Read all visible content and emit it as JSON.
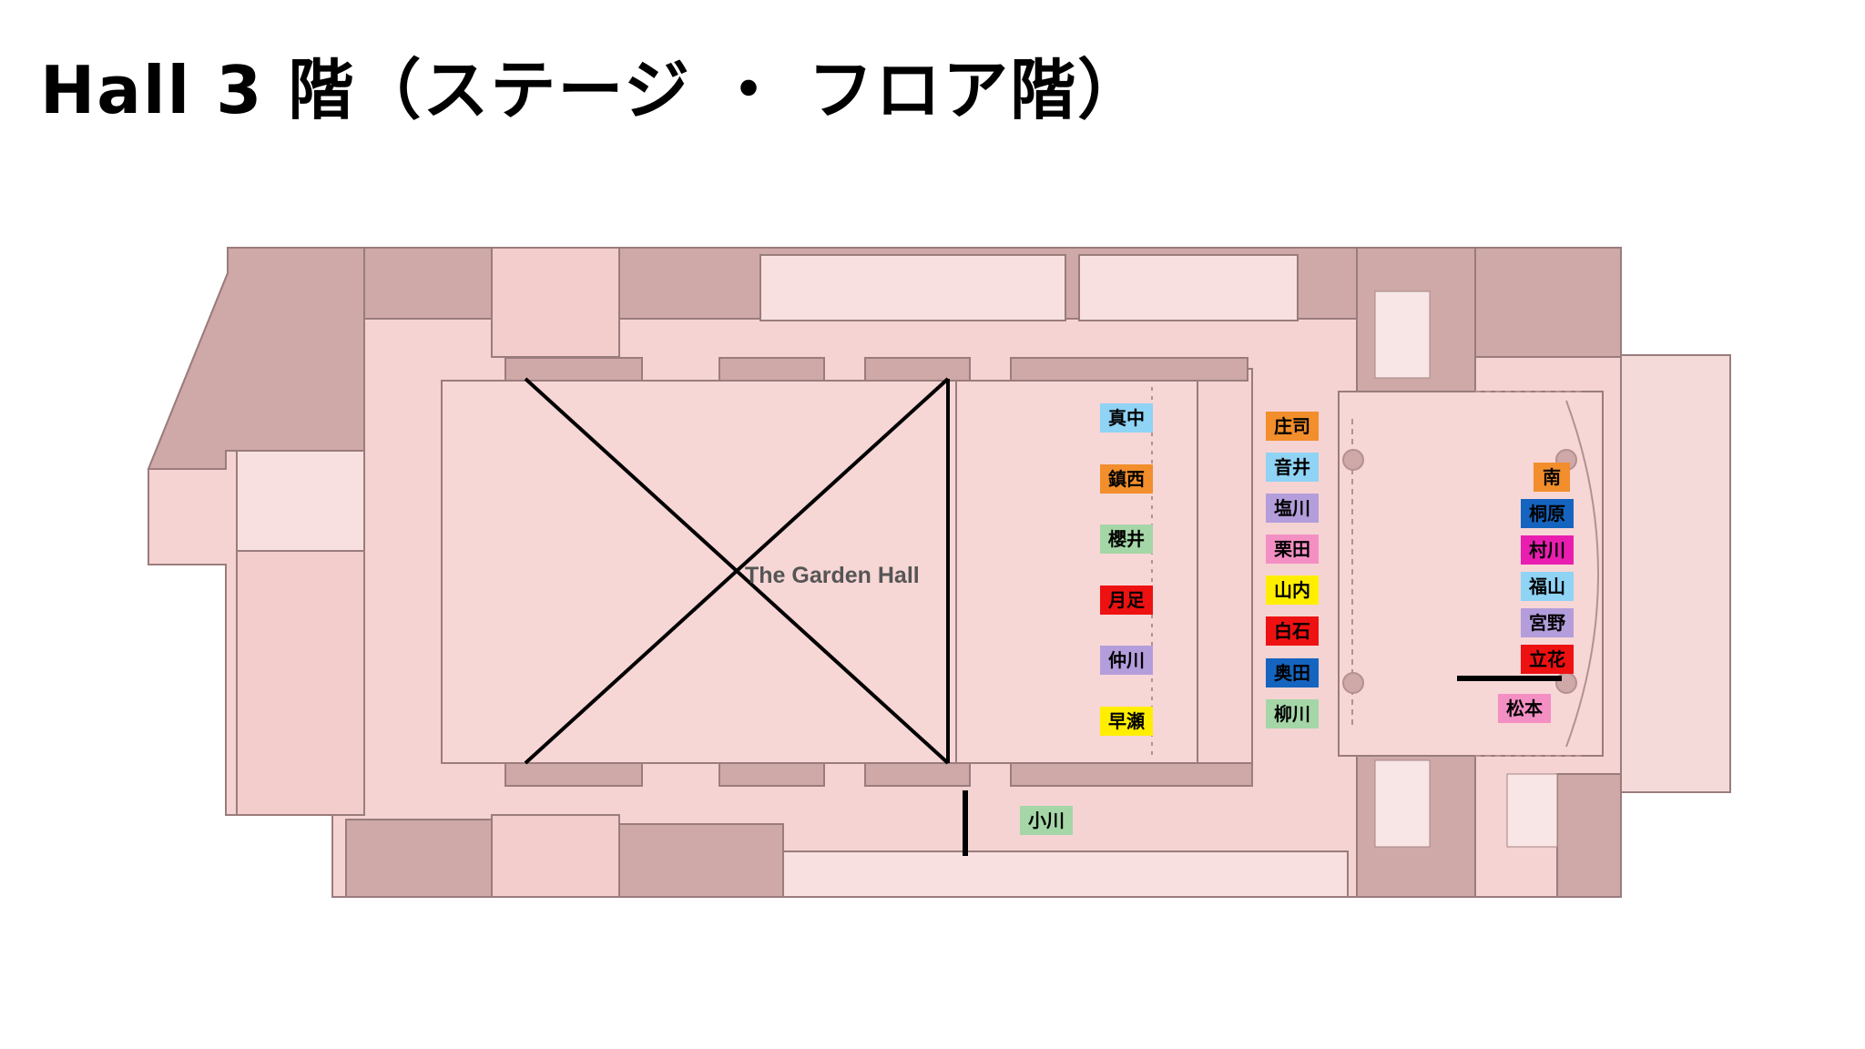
{
  "title": "Hall  3 階（ステージ ・ フロア階）",
  "map": {
    "hall_label": "The Garden Hall",
    "legend_colors": {
      "orange": "#f28e2b",
      "light_blue": "#8fd3f5",
      "green": "#a5d6a7",
      "red": "#ee1111",
      "purple": "#b39ddb",
      "yellow": "#ffee00",
      "pink": "#f48fc4",
      "navy": "#1565c0",
      "magenta": "#e91eb0"
    },
    "tags": [
      {
        "id": "manaka",
        "label": "真中",
        "color": "light_blue"
      },
      {
        "id": "chinzei",
        "label": "鎮西",
        "color": "orange"
      },
      {
        "id": "sakurai",
        "label": "櫻井",
        "color": "green"
      },
      {
        "id": "tsukiashi",
        "label": "月足",
        "color": "red"
      },
      {
        "id": "nakagawa",
        "label": "仲川",
        "color": "purple"
      },
      {
        "id": "hayase",
        "label": "早瀬",
        "color": "yellow"
      },
      {
        "id": "shoji",
        "label": "庄司",
        "color": "orange"
      },
      {
        "id": "otoi",
        "label": "音井",
        "color": "light_blue"
      },
      {
        "id": "shiokawa",
        "label": "塩川",
        "color": "purple"
      },
      {
        "id": "kurita",
        "label": "栗田",
        "color": "pink"
      },
      {
        "id": "yamauchi",
        "label": "山内",
        "color": "yellow"
      },
      {
        "id": "shiraishi",
        "label": "白石",
        "color": "red"
      },
      {
        "id": "okuda",
        "label": "奥田",
        "color": "navy"
      },
      {
        "id": "yanagawa",
        "label": "柳川",
        "color": "green"
      },
      {
        "id": "minami",
        "label": "南",
        "color": "orange"
      },
      {
        "id": "kirihara",
        "label": "桐原",
        "color": "navy"
      },
      {
        "id": "murakawa",
        "label": "村川",
        "color": "magenta"
      },
      {
        "id": "fukuyama",
        "label": "福山",
        "color": "light_blue"
      },
      {
        "id": "miyano",
        "label": "宮野",
        "color": "purple"
      },
      {
        "id": "tachibana",
        "label": "立花",
        "color": "red"
      },
      {
        "id": "matsumoto",
        "label": "松本",
        "color": "pink"
      },
      {
        "id": "ogawa",
        "label": "小川",
        "color": "green"
      }
    ]
  }
}
